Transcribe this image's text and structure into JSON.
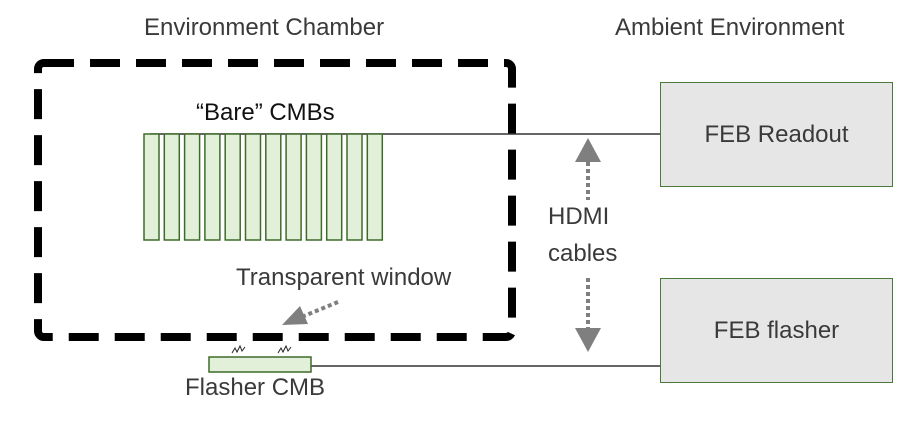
{
  "labels": {
    "chamber_title": "Environment Chamber",
    "ambient_title": "Ambient Environment",
    "bare_cmbs": "“Bare” CMBs",
    "feb_readout": "FEB Readout",
    "feb_flasher": "FEB flasher",
    "hdmi_line1": "HDMI",
    "hdmi_line2": "cables",
    "transparent_window": "Transparent window",
    "flasher_cmb": "Flasher CMB"
  },
  "colors": {
    "cmb_fill": "#e2efd9",
    "cmb_stroke": "#3f6b2a",
    "box_fill": "#e7e6e6",
    "arrow": "#7f7f7f",
    "chamber_border": "#000000"
  },
  "bare_cmb_count": 12
}
